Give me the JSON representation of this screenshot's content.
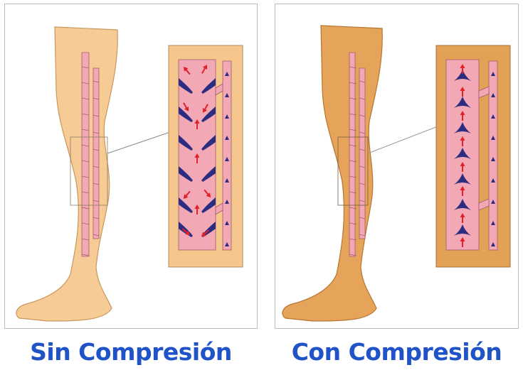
{
  "panels": [
    {
      "caption": "Sin Compresión",
      "skin_color": "#f6cb95",
      "skin_stroke": "#c9975c",
      "inset_color": "#f5c78d",
      "flow": "reflux"
    },
    {
      "caption": "Con Compresión",
      "skin_color": "#e6a45a",
      "skin_stroke": "#b57631",
      "inset_color": "#e3a155",
      "flow": "upward"
    }
  ],
  "colors": {
    "vein_fill": "#f2a8b5",
    "vein_stroke": "#a35a6a",
    "valve": "#2c2c80",
    "arrow": "#e2202a",
    "caption": "#1f53c7"
  }
}
